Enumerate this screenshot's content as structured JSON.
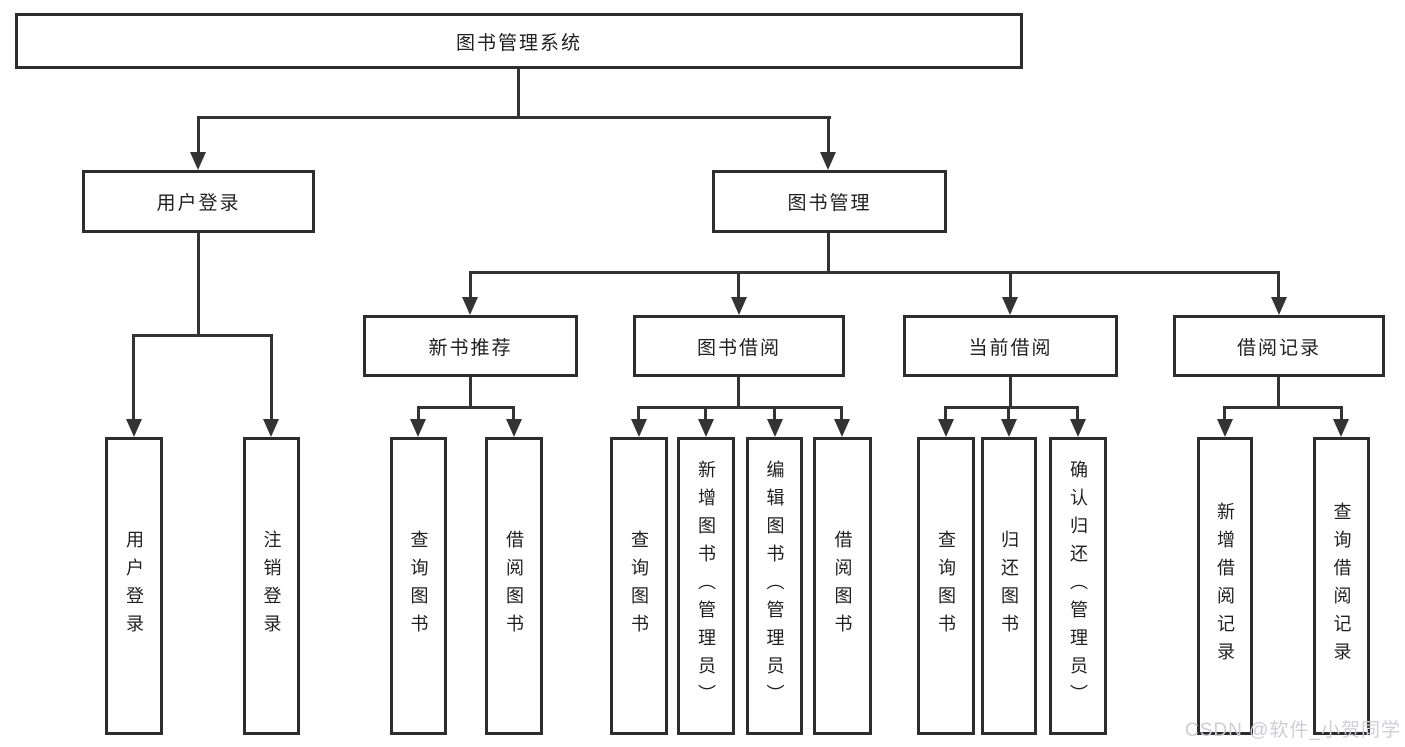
{
  "diagram": {
    "type": "hierarchy-tree",
    "root": {
      "label": "图书管理系统"
    },
    "level2": [
      {
        "label": "用户登录"
      },
      {
        "label": "图书管理"
      }
    ],
    "level3": [
      {
        "label": "新书推荐",
        "parent": "图书管理"
      },
      {
        "label": "图书借阅",
        "parent": "图书管理"
      },
      {
        "label": "当前借阅",
        "parent": "图书管理"
      },
      {
        "label": "借阅记录",
        "parent": "图书管理"
      }
    ],
    "leaves": [
      {
        "label": "用户登录",
        "parent": "用户登录"
      },
      {
        "label": "注销登录",
        "parent": "用户登录"
      },
      {
        "label": "查询图书",
        "parent": "新书推荐"
      },
      {
        "label": "借阅图书",
        "parent": "新书推荐"
      },
      {
        "label": "查询图书",
        "parent": "图书借阅"
      },
      {
        "label": "新增图书（管理员）",
        "parent": "图书借阅"
      },
      {
        "label": "编辑图书（管理员）",
        "parent": "图书借阅"
      },
      {
        "label": "借阅图书",
        "parent": "图书借阅"
      },
      {
        "label": "查询图书",
        "parent": "当前借阅"
      },
      {
        "label": "归还图书",
        "parent": "当前借阅"
      },
      {
        "label": "确认归还（管理员）",
        "parent": "当前借阅"
      },
      {
        "label": "新增借阅记录",
        "parent": "借阅记录"
      },
      {
        "label": "查询借阅记录",
        "parent": "借阅记录"
      }
    ],
    "colors": {
      "line": "#333333",
      "box_border": "#2d2d2d",
      "box_fill": "#ffffff",
      "text": "#1f1f1f",
      "watermark_text": "#cdced6"
    }
  },
  "watermark": {
    "text": "CSDN @软件_小贺同学"
  }
}
